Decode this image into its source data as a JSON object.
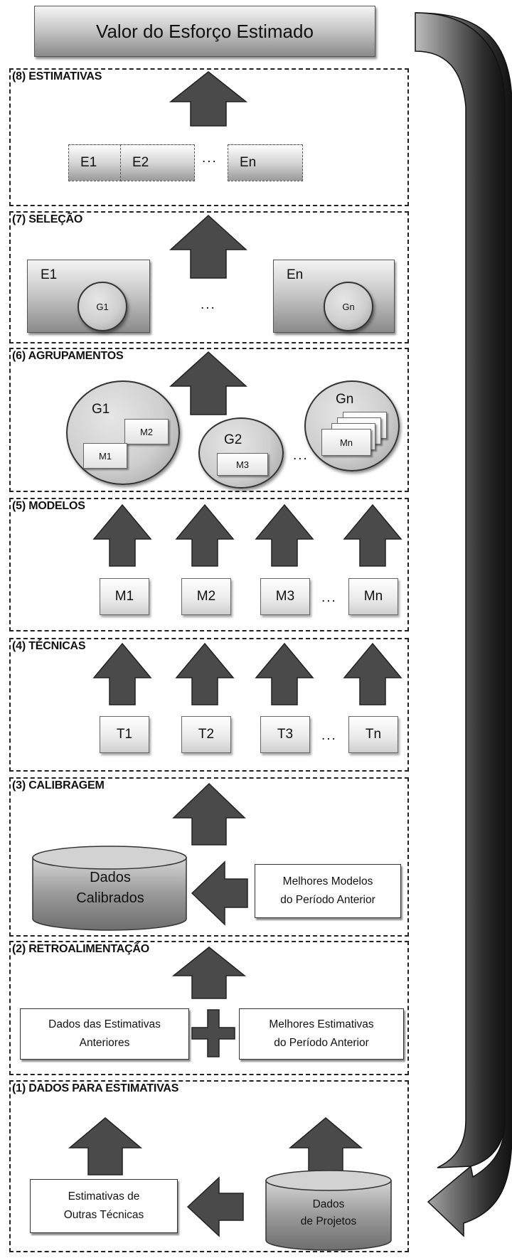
{
  "header": {
    "title": "Valor do Esforço Estimado"
  },
  "layers": {
    "estimativas": {
      "label": "(8) ESTIMATIVAS",
      "items": [
        "E1",
        "E2",
        "En"
      ],
      "dots": "..."
    },
    "selecao": {
      "label": "(7) SELEÇÃO",
      "left": {
        "estimate": "E1",
        "group": "G1"
      },
      "right": {
        "estimate": "En",
        "group": "Gn"
      },
      "dots": "..."
    },
    "agrupamentos": {
      "label": "(6) AGRUPAMENTOS",
      "g1": {
        "name": "G1",
        "models": [
          "M2",
          "M1"
        ]
      },
      "g2": {
        "name": "G2",
        "models": [
          "M3"
        ]
      },
      "gn": {
        "name": "Gn",
        "models": [
          "Mn"
        ]
      },
      "dots": "..."
    },
    "modelos": {
      "label": "(5) MODELOS",
      "items": [
        "M1",
        "M2",
        "M3",
        "Mn"
      ],
      "dots": "..."
    },
    "tecnicas": {
      "label": "(4) TÉCNICAS",
      "items": [
        "T1",
        "T2",
        "T3",
        "Tn"
      ],
      "dots": "..."
    },
    "calibragem": {
      "label": "(3) CALIBRAGEM",
      "cylinder": [
        "Dados",
        "Calibrados"
      ],
      "box": [
        "Melhores Modelos",
        "do Período  Anterior"
      ]
    },
    "retroalimentacao": {
      "label": "(2) RETROALIMENTAÇÃO",
      "left_box": [
        "Dados das Estimativas",
        "Anteriores"
      ],
      "right_box": [
        "Melhores Estimativas",
        "do Período  Anterior"
      ]
    },
    "dados": {
      "label": "(1) DADOS PARA ESTIMATIVAS",
      "left_box": [
        "Estimativas de",
        "Outras Técnicas"
      ],
      "cylinder": [
        "Dados",
        "de Projetos"
      ]
    }
  },
  "colors": {
    "dark": "#444444",
    "light": "#e8e8e8"
  }
}
